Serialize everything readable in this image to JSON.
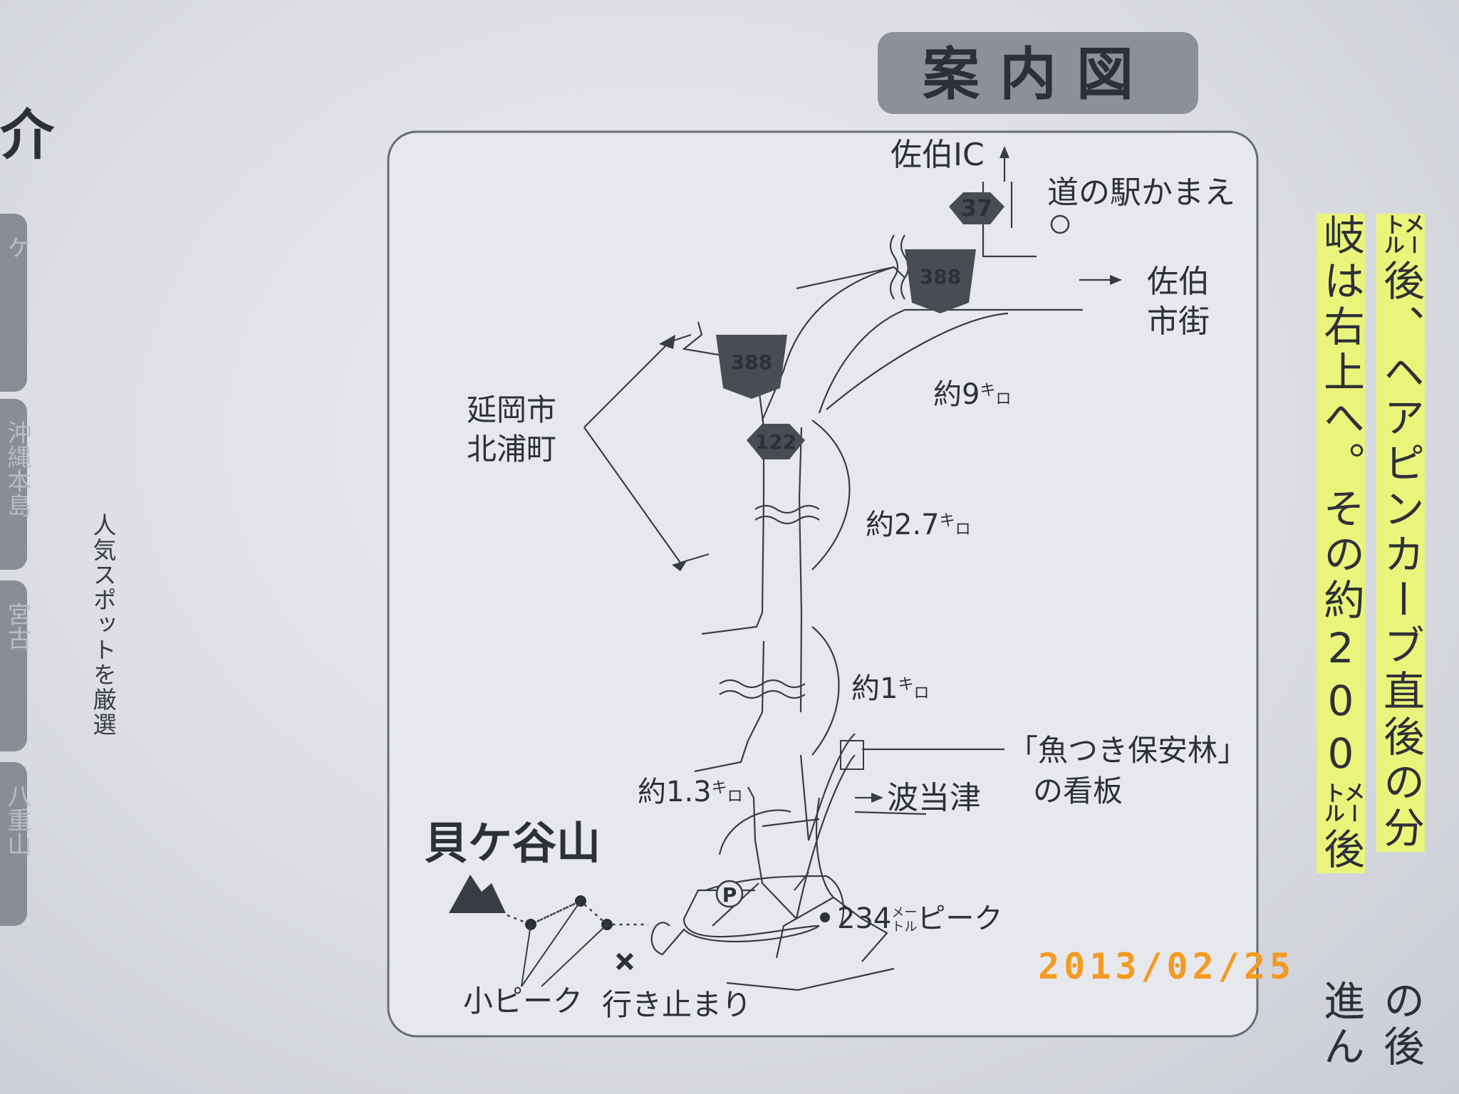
{
  "header": {
    "title": "案内図"
  },
  "places": {
    "saeki_ic": "佐伯IC",
    "michinoeki": "道の駅かまえ",
    "saeki_city_1": "佐伯",
    "saeki_city_2": "市街",
    "nobeoka_1": "延岡市",
    "nobeoka_2": "北浦町",
    "hatozu": "波当津",
    "sign_1": "「魚つき保安林」",
    "sign_2": "の看板",
    "mountain": "貝ケ谷山",
    "peak234_num": "234",
    "peak234_unit_top": "メー",
    "peak234_unit_bottom": "トル",
    "peak234_label": "ピーク",
    "small_peak": "小ピーク",
    "dead_end": "行き止まり",
    "parking": "P"
  },
  "distances": {
    "d1_num": "約9",
    "d2_num": "約2.7",
    "d3_num": "約1",
    "d4_num": "約1.3",
    "unit_ki": "キ",
    "unit_ro": "ロ"
  },
  "routes": {
    "r37": "37",
    "r388a": "388",
    "r388b": "388",
    "r122": "122"
  },
  "left_page": {
    "title_fragment": "介",
    "side_caption": "人気スポットを厳選",
    "tab1": "ケ",
    "tab2": "沖縄本島",
    "tab3": "宮古",
    "tab4": "八重山"
  },
  "right_text": {
    "col1_a": "㍍後、",
    "col1_b": "ヘアピンカーブ直後の分",
    "col2_a": "岐は右上へ。",
    "col2_b": "その約200㍍後",
    "bottom_col1": "の後",
    "bottom_col2": "進ん"
  },
  "date_stamp": "2013/02/25"
}
